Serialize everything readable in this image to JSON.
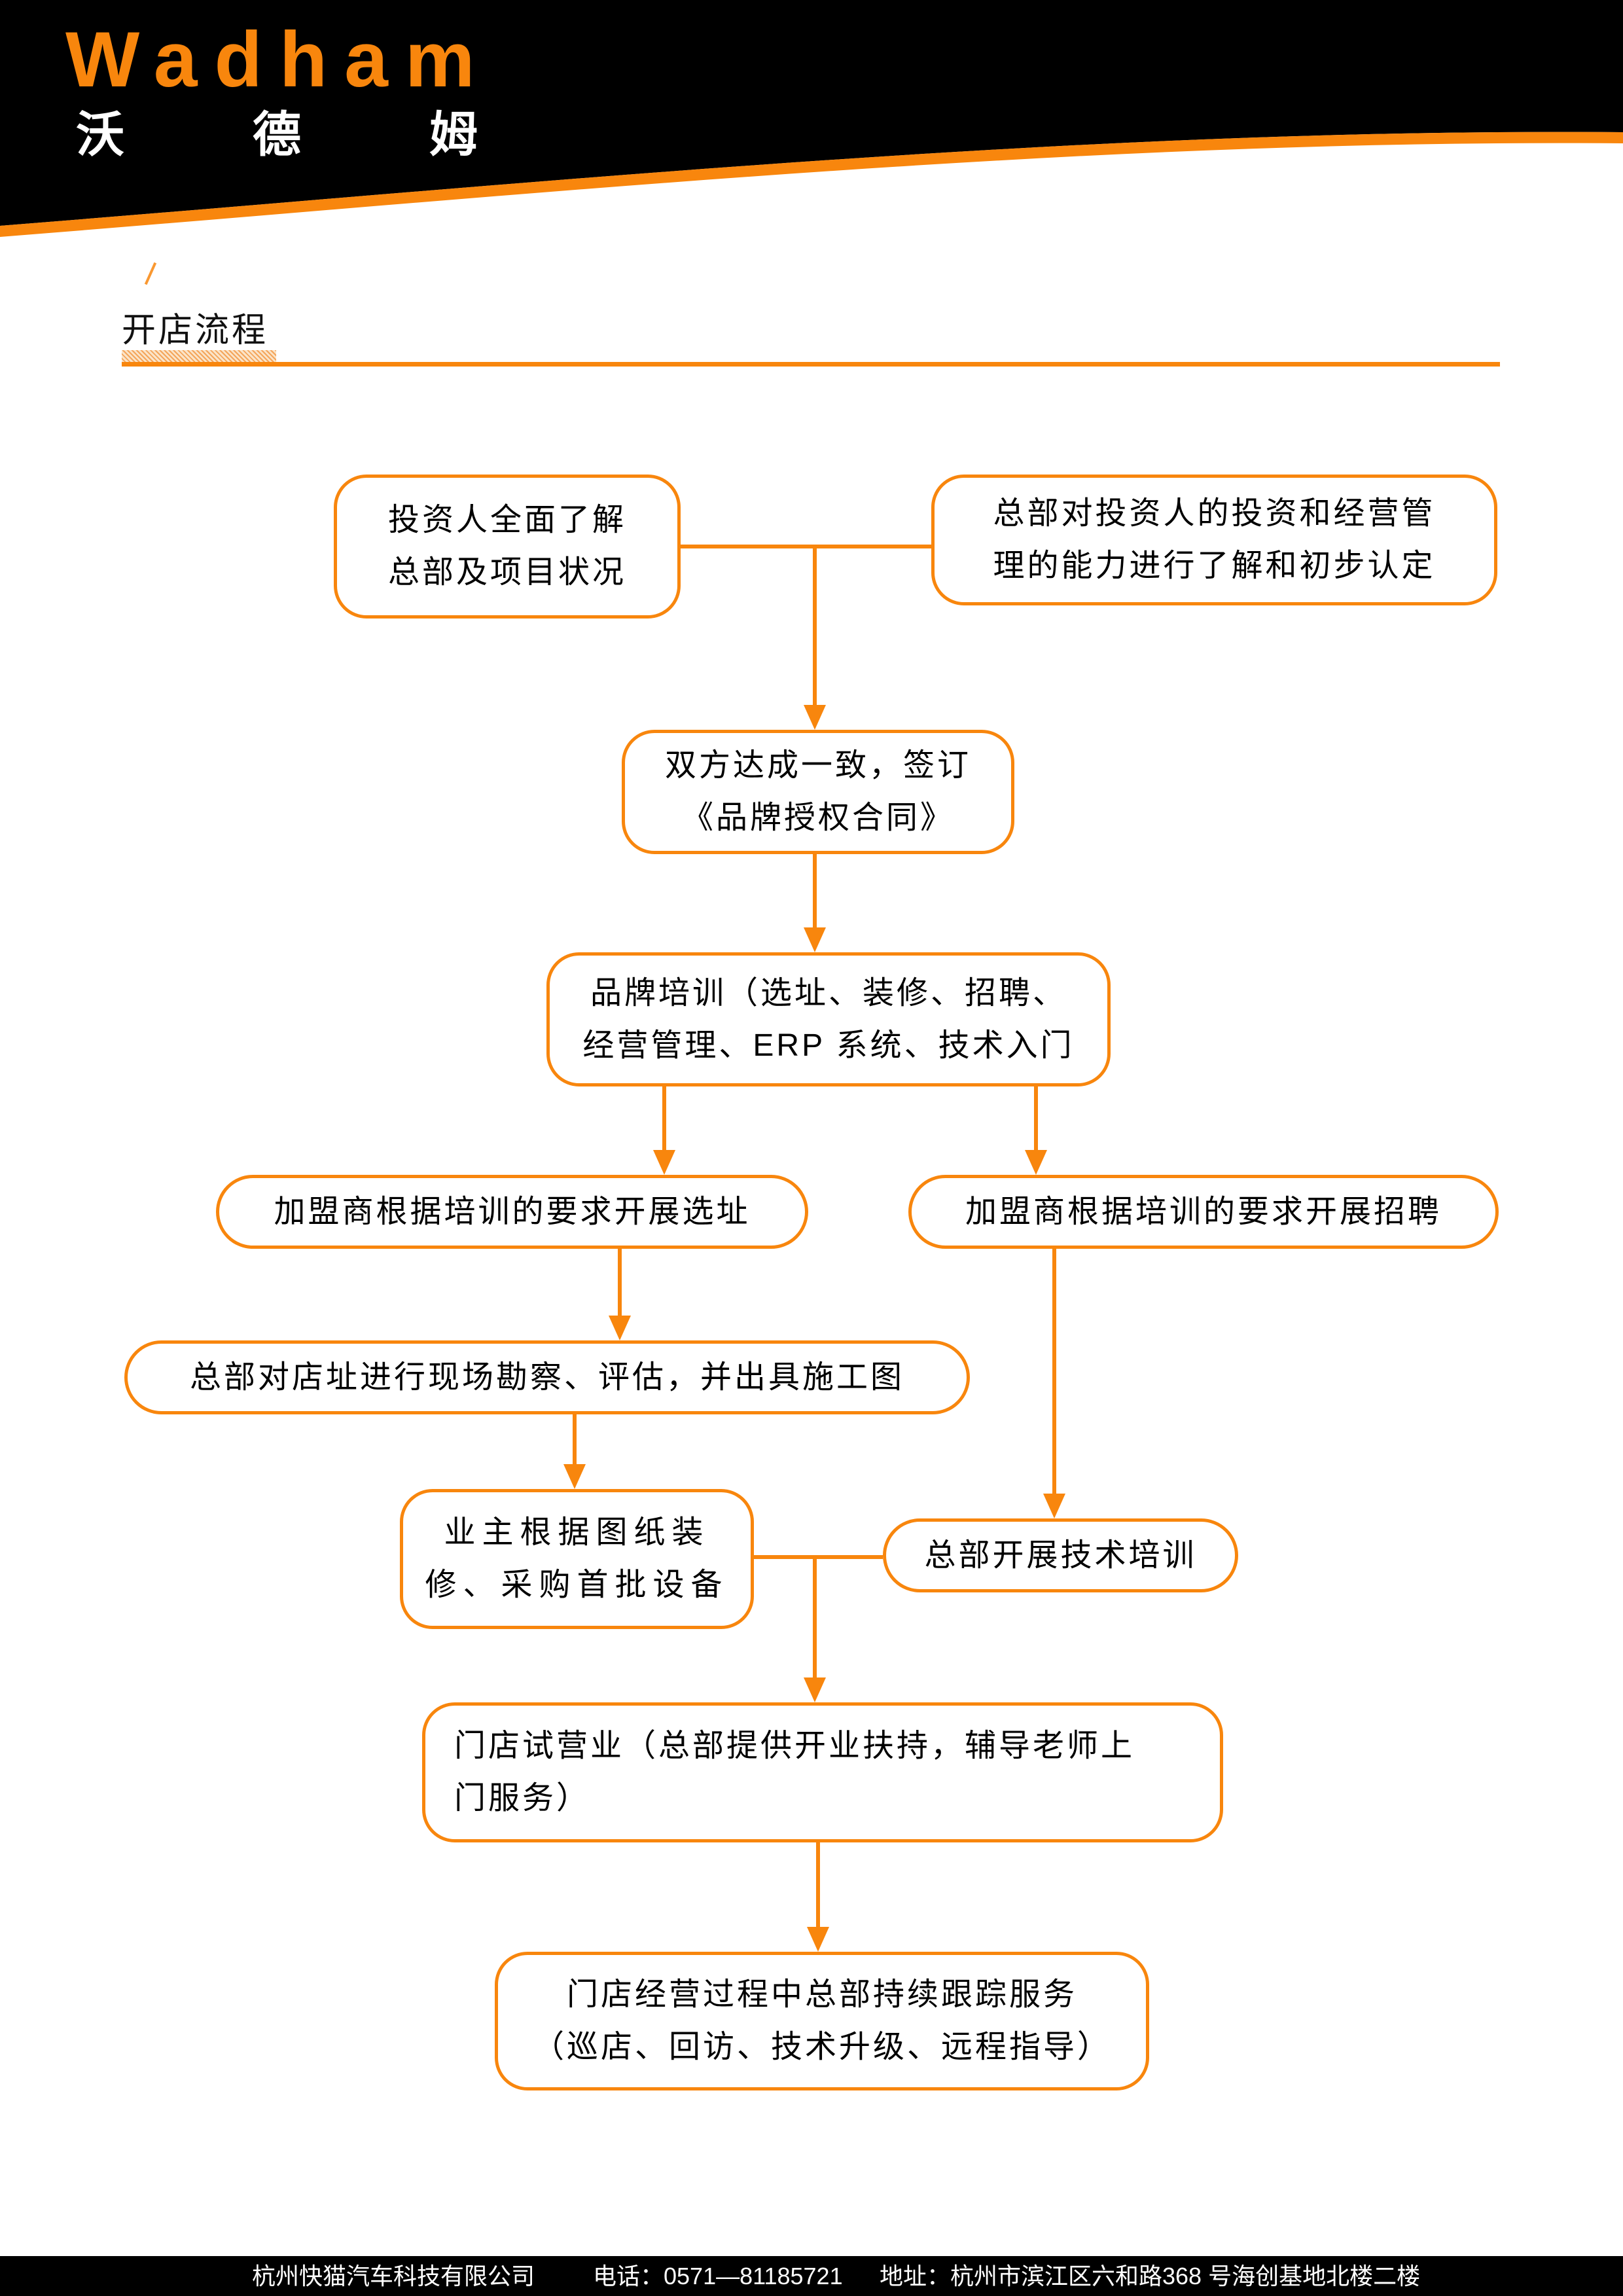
{
  "colors": {
    "accent": "#F8860D",
    "header_bg": "#000000",
    "footer_bg": "#000000"
  },
  "header": {
    "logo_latin": "Wadham",
    "logo_cjk": "沃德姆"
  },
  "title": {
    "text": "开店流程"
  },
  "flow": {
    "boxes": [
      {
        "id": "investor-understand",
        "lines": [
          "投资人全面了解",
          "总部及项目状况"
        ]
      },
      {
        "id": "hq-assess",
        "lines": [
          "总部对投资人的投资和经营管",
          "理的能力进行了解和初步认定"
        ]
      },
      {
        "id": "sign-contract",
        "lines": [
          "双方达成一致，签订",
          "《品牌授权合同》"
        ]
      },
      {
        "id": "brand-training",
        "lines": [
          "品牌培训（选址、装修、招聘、",
          "经营管理、ERP 系统、技术入门"
        ]
      },
      {
        "id": "site-selection",
        "lines": [
          "加盟商根据培训的要求开展选址"
        ]
      },
      {
        "id": "recruiting",
        "lines": [
          "加盟商根据培训的要求开展招聘"
        ]
      },
      {
        "id": "site-survey",
        "lines": [
          "总部对店址进行现场勘察、评估，并出具施工图"
        ]
      },
      {
        "id": "decorate-purchase",
        "lines": [
          "业主根据图纸装",
          "修、采购首批设备"
        ]
      },
      {
        "id": "tech-training",
        "lines": [
          "总部开展技术培训"
        ]
      },
      {
        "id": "trial-operation",
        "lines": [
          "门店试营业（总部提供开业扶持，辅导老师上",
          "门服务）"
        ]
      },
      {
        "id": "continuous-service",
        "lines": [
          "门店经营过程中总部持续跟踪服务",
          "（巡店、回访、技术升级、远程指导）"
        ]
      }
    ]
  },
  "footer": {
    "company": "杭州快猫汽车科技有限公司",
    "phone": "电话：0571—81185721",
    "address": "地址：杭州市滨江区六和路368 号海创基地北楼二楼"
  }
}
